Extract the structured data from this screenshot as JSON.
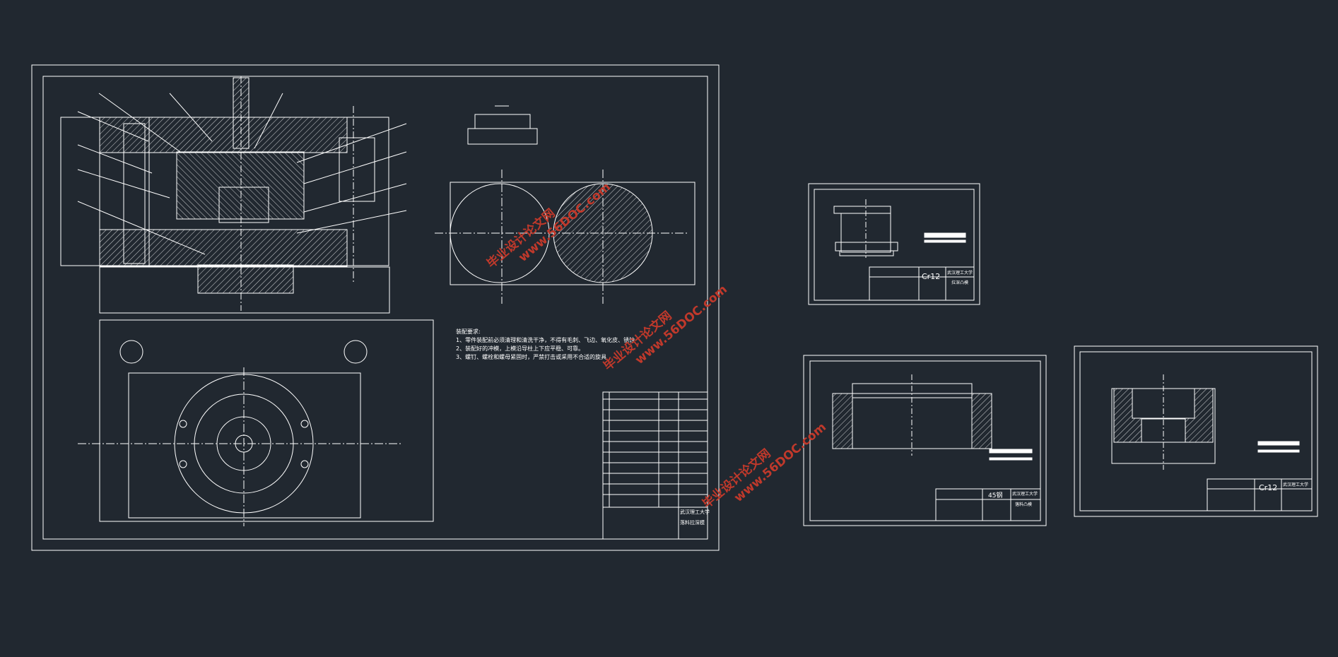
{
  "assembly_sheet": {
    "notes_title": "装配要求:",
    "notes": [
      "1、零件装配前必须清理和清洗干净，不得有毛刺、飞边、氧化皮、锈蚀",
      "2、装配好的冲模，上模沿导柱上下应平稳、可靠。",
      "3、螺钉、螺栓和螺母紧固时，严禁打击或采用不合适的旋具"
    ],
    "title_school": "武汉理工大学",
    "title_drawing": "落料拉深模"
  },
  "sheet_2": {
    "material": "Cr12",
    "school": "武汉理工大学",
    "drawing": "拉深凸模"
  },
  "sheet_3": {
    "material": "45钢",
    "school": "武汉理工大学",
    "drawing": "落料凸模"
  },
  "sheet_4": {
    "material": "Cr12",
    "school": "武汉理工大学"
  },
  "watermarks": [
    {
      "line1": "毕业设计论文网",
      "line2": "www.56DOC.com"
    },
    {
      "line1": "毕业设计论文网",
      "line2": "www.56DOC.com"
    },
    {
      "line1": "毕业设计论文网",
      "line2": "www.56DOC.com"
    }
  ],
  "colors": {
    "background": "#212830",
    "line": "#ffffff",
    "watermark": "#c0392b"
  }
}
